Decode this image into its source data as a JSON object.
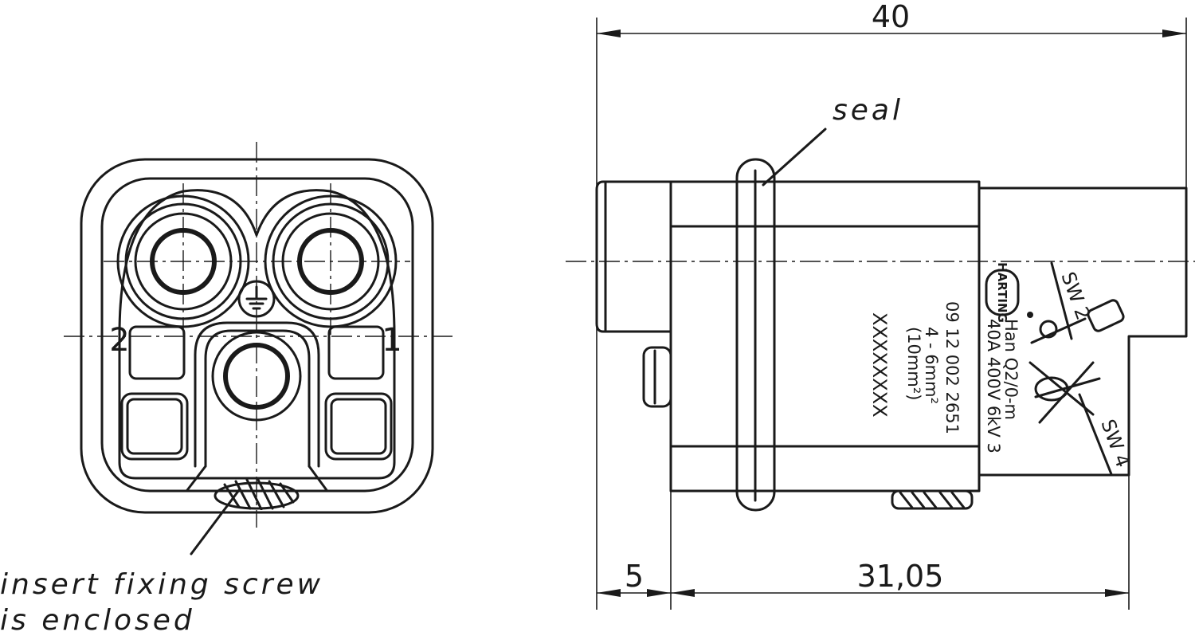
{
  "front_view": {
    "pin_left": "2",
    "pin_right": "1",
    "callout": [
      "insert fixing screw",
      "is enclosed"
    ]
  },
  "side_view": {
    "seal_label": "seal",
    "brand": "HARTING",
    "marking": [
      "Han Q2/0-m",
      "40A 400V 6kV 3"
    ],
    "part_no": "09 12 002 2651",
    "wire_range": [
      "4 - 6mm²",
      "(10mm²)"
    ],
    "serial": "XXXXXXXX",
    "wrench_top": "SW 2",
    "wrench_bottom": "SW 4"
  },
  "dimensions": {
    "overall": "40",
    "front_part": "5",
    "body": "31,05"
  }
}
